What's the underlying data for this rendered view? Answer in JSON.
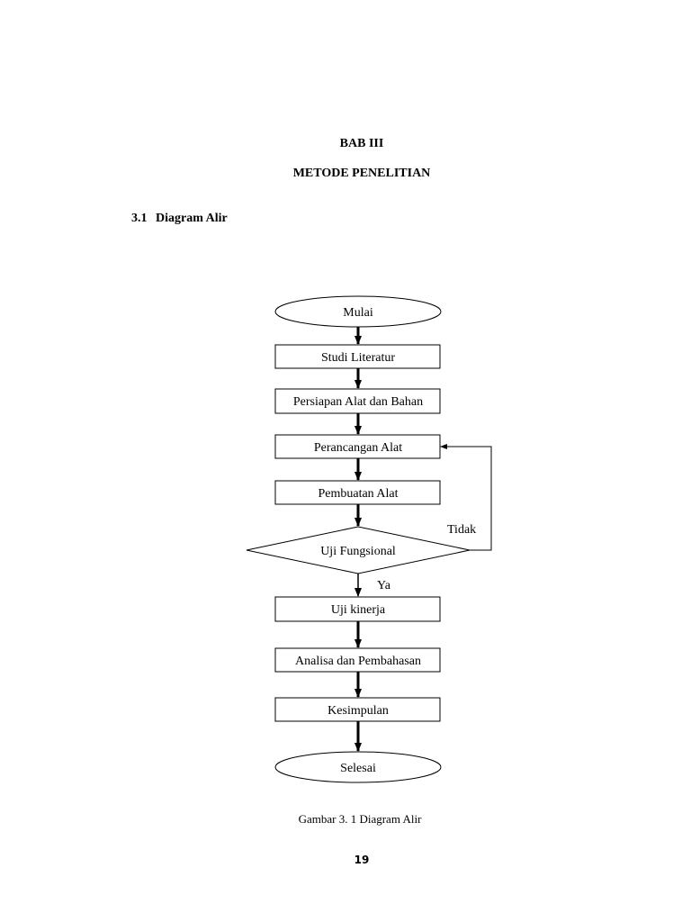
{
  "document": {
    "chapter": "BAB III",
    "chapter_title": "METODE PENELITIAN",
    "section_number": "3.1",
    "section_title": "Diagram Alir",
    "caption": "Gambar 3. 1 Diagram Alir",
    "page_number": "19"
  },
  "flowchart": {
    "start": "Mulai",
    "studi_literatur": "Studi Literatur",
    "persiapan": "Persiapan Alat dan Bahan",
    "perancangan": "Perancangan Alat",
    "pembuatan": "Pembuatan Alat",
    "decision": "Uji Fungsional",
    "no_label": "Tidak",
    "yes_label": "Ya",
    "uji_kinerja": "Uji kinerja",
    "analisa": "Analisa dan Pembahasan",
    "kesimpulan": "Kesimpulan",
    "end": "Selesai"
  }
}
